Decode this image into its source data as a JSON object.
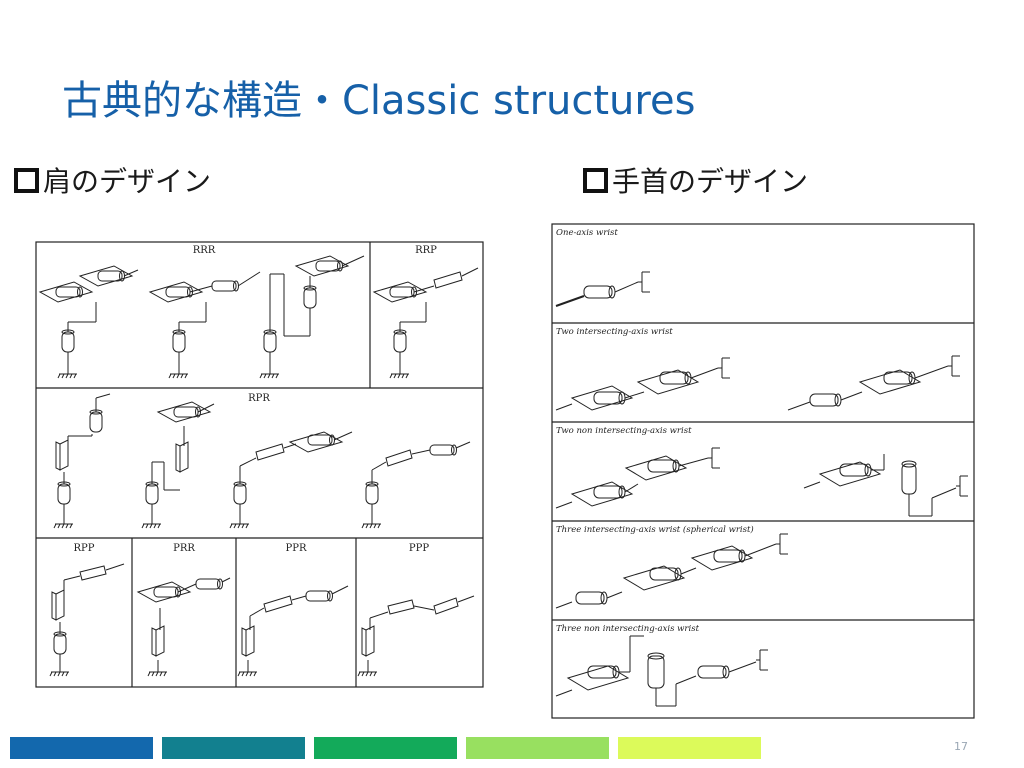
{
  "slide": {
    "title": "古典的な構造・Classic structures",
    "page_number": "17"
  },
  "shoulder": {
    "heading": "肩のデザイン",
    "cells": [
      {
        "label": "RRR"
      },
      {
        "label": "RRP"
      },
      {
        "label": "RPR"
      },
      {
        "label": "RPP"
      },
      {
        "label": "PRR"
      },
      {
        "label": "PPR"
      },
      {
        "label": "PPP"
      }
    ]
  },
  "wrist": {
    "heading": "手首のデザイン",
    "rows": [
      {
        "label": "One-axis wrist"
      },
      {
        "label": "Two intersecting-axis wrist"
      },
      {
        "label": "Two non intersecting-axis wrist"
      },
      {
        "label": "Three intersecting-axis wrist (spherical wrist)"
      },
      {
        "label": "Three non intersecting-axis wrist"
      }
    ]
  },
  "footer": {
    "bar_colors": [
      "#1368ad",
      "#12808f",
      "#13aa5a",
      "#98e060",
      "#dcfa5a"
    ]
  }
}
